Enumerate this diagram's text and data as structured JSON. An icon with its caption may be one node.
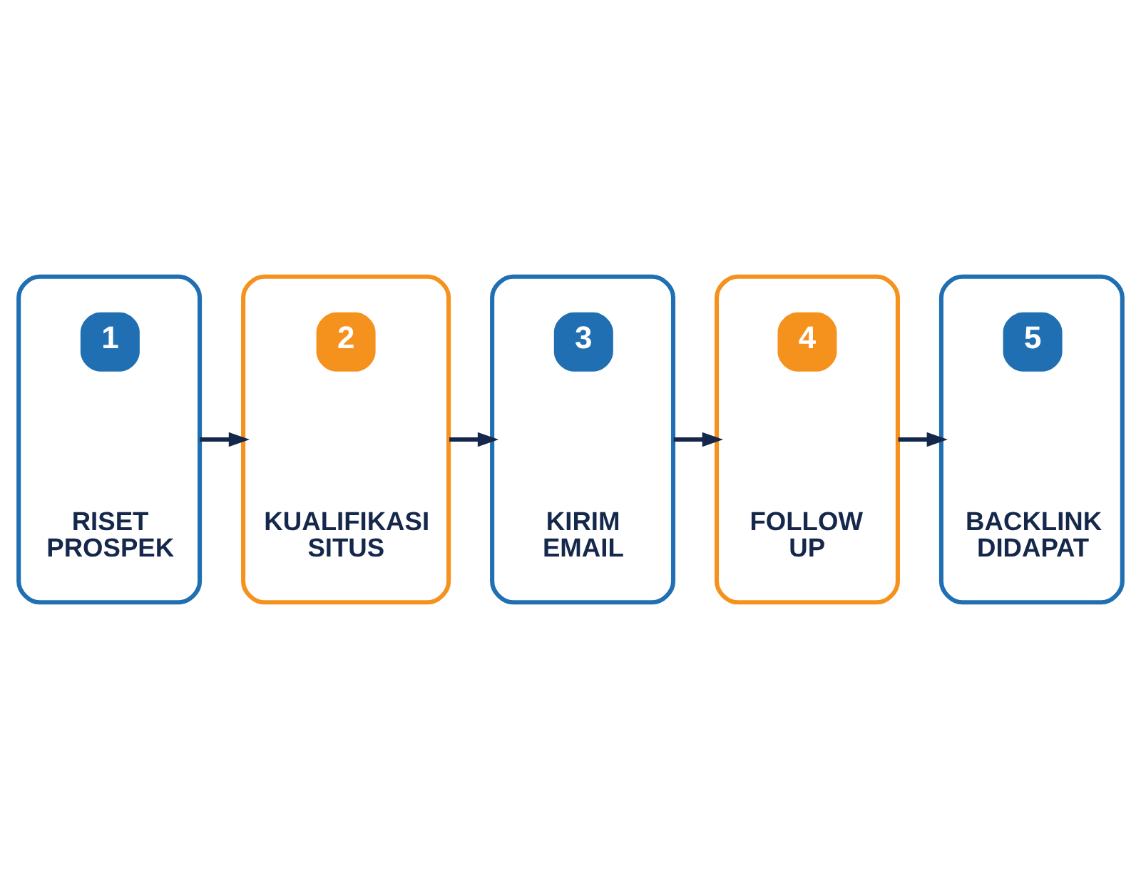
{
  "diagram": {
    "nodes": [
      {
        "text": [
          "1",
          "RISET PROSPEK"
        ]
      },
      {
        "text": [
          "2",
          "KUALIFIKASI SITUS"
        ]
      },
      {
        "text": [
          "3",
          "KIRIM EMAIL"
        ]
      },
      {
        "text": [
          "4",
          "FOLLOW UP"
        ]
      },
      {
        "text": [
          "5",
          "BACKLINK DIDAPAT"
        ]
      }
    ],
    "edges": [
      {
        "from": 0,
        "to": 1,
        "arrow": "to"
      },
      {
        "from": 1,
        "to": 2,
        "arrow": "to"
      },
      {
        "from": 2,
        "to": 3,
        "arrow": "to"
      },
      {
        "from": 3,
        "to": 4,
        "arrow": "to"
      }
    ]
  }
}
